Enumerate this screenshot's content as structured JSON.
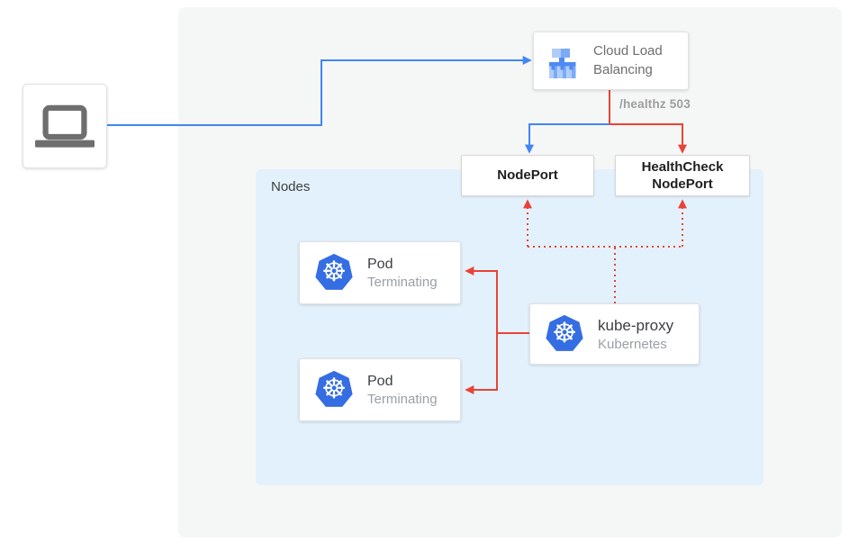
{
  "diagram": {
    "client": {
      "icon": "laptop-icon"
    },
    "load_balancer": {
      "icon": "cloud-load-balancing-icon",
      "label": "Cloud Load Balancing"
    },
    "health_check_label": "/healthz 503",
    "node_port": {
      "label": "NodePort"
    },
    "health_check_node_port": {
      "label": "HealthCheck NodePort"
    },
    "nodes_group": {
      "label": "Nodes"
    },
    "pods": [
      {
        "icon": "kubernetes-icon",
        "title": "Pod",
        "subtitle": "Terminating"
      },
      {
        "icon": "kubernetes-icon",
        "title": "Pod",
        "subtitle": "Terminating"
      }
    ],
    "kube_proxy": {
      "icon": "kubernetes-icon",
      "title": "kube-proxy",
      "subtitle": "Kubernetes"
    },
    "colors": {
      "traffic_blue": "#4285F4",
      "health_red": "#EA4335",
      "nodes_background": "#E3F1FC",
      "outer_background": "#F5F6F6",
      "kubernetes_blue": "#356DE3",
      "lb_icon_light_blue": "#AECBFA",
      "lb_icon_medium_blue": "#7BAAF7",
      "lb_icon_dark_blue": "#5189F3",
      "laptop_gray": "#6E6E6E",
      "muted_text": "#9AA0A6",
      "dark_text": "#1F1F1F"
    }
  }
}
